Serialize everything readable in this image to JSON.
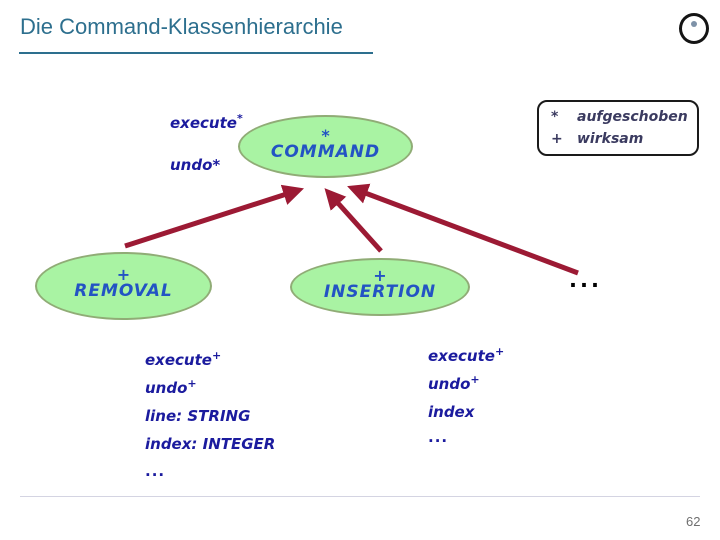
{
  "slide": {
    "title": "Die Command-Klassenhierarchie",
    "page_number": "62"
  },
  "legend": {
    "items": [
      {
        "symbol": "*",
        "label": "aufgeschoben"
      },
      {
        "symbol": "+",
        "label": "wirksam"
      }
    ]
  },
  "diagram": {
    "command": {
      "mark": "*",
      "name": "COMMAND",
      "features": [
        {
          "text": "execute",
          "sup": "*"
        },
        {
          "text": "undo*",
          "sup": ""
        }
      ]
    },
    "removal": {
      "mark": "+",
      "name": "REMOVAL",
      "features": [
        {
          "text": "execute",
          "sup": "+"
        },
        {
          "text": "undo",
          "sup": "+"
        },
        {
          "text": "line: STRING",
          "sup": ""
        },
        {
          "text": "index: INTEGER",
          "sup": ""
        }
      ],
      "more": "..."
    },
    "insertion": {
      "mark": "+",
      "name": "INSERTION",
      "features": [
        {
          "text": "execute",
          "sup": "+"
        },
        {
          "text": "undo",
          "sup": "+"
        },
        {
          "text": "index",
          "sup": ""
        }
      ],
      "more": "..."
    },
    "more_classes": "..."
  },
  "colors": {
    "title": "#2D6F8E",
    "arrow": "#9C1A34",
    "ellipse_fill": "#A9F3A3",
    "ellipse_border": "#90AC76",
    "class_text": "#2353C4",
    "feature_text": "#1B1B9E",
    "legend_text": "#3B3B60"
  }
}
